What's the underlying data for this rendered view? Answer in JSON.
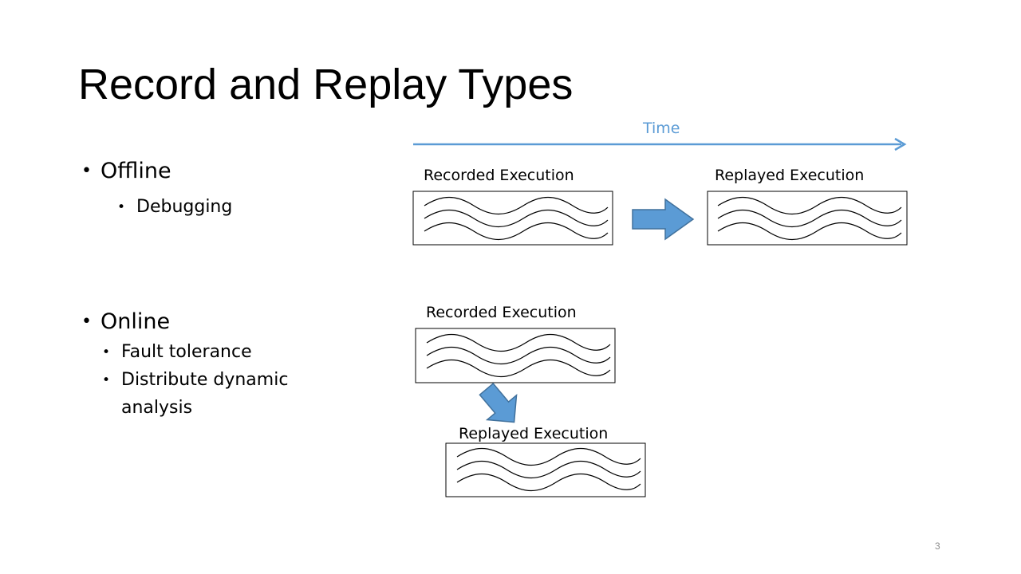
{
  "slide": {
    "title": "Record and Replay Types",
    "page_number": "3"
  },
  "bullets": {
    "offline": {
      "label": "Offline",
      "items": [
        "Debugging"
      ]
    },
    "online": {
      "label": "Online",
      "items": [
        "Fault tolerance",
        "Distribute dynamic",
        "analysis"
      ]
    }
  },
  "diagram": {
    "time_label": "Time",
    "offline_recorded_label": "Recorded Execution",
    "offline_replayed_label": "Replayed Execution",
    "online_recorded_label": "Recorded Execution",
    "online_replayed_label": "Replayed Execution"
  },
  "colors": {
    "accent_blue": "#5b9bd5",
    "arrow_fill": "#5b9bd5",
    "arrow_stroke": "#41719c",
    "timeline": "#5b9bd5",
    "page_number": "#8c8c8c"
  }
}
